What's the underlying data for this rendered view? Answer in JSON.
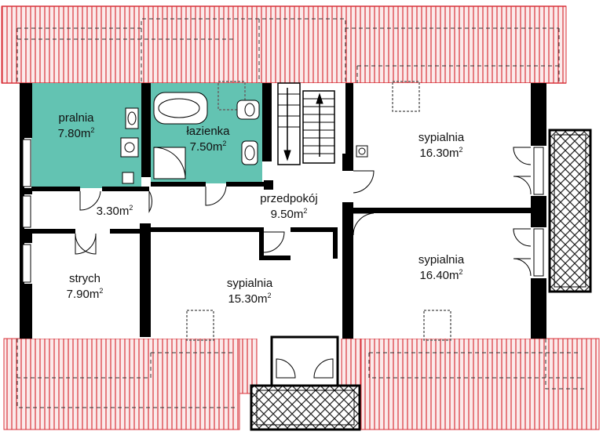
{
  "colors": {
    "roof_fill": "#fbeaea",
    "roof_stripe": "#d8323a",
    "wet_room": "#63c3b2",
    "wall": "#000000",
    "floor": "#ffffff",
    "dash": "#333333",
    "balcony_hatch": "#222222"
  },
  "rooms": [
    {
      "key": "pralnia",
      "name": "pralnia",
      "area": "7.80",
      "unit": "m",
      "sup": "2"
    },
    {
      "key": "lazienka",
      "name": "łazienka",
      "area": "7.50",
      "unit": "m",
      "sup": "2"
    },
    {
      "key": "korytarz",
      "name": "",
      "area": "3.30",
      "unit": "m",
      "sup": "2"
    },
    {
      "key": "przedpokoj",
      "name": "przedpokój",
      "area": "9.50",
      "unit": "m",
      "sup": "2"
    },
    {
      "key": "sypialnia1",
      "name": "sypialnia",
      "area": "16.30",
      "unit": "m",
      "sup": "2"
    },
    {
      "key": "sypialnia2",
      "name": "sypialnia",
      "area": "16.40",
      "unit": "m",
      "sup": "2"
    },
    {
      "key": "strych",
      "name": "strych",
      "area": "7.90",
      "unit": "m",
      "sup": "2"
    },
    {
      "key": "sypialnia3",
      "name": "sypialnia",
      "area": "15.30",
      "unit": "m",
      "sup": "2"
    }
  ]
}
